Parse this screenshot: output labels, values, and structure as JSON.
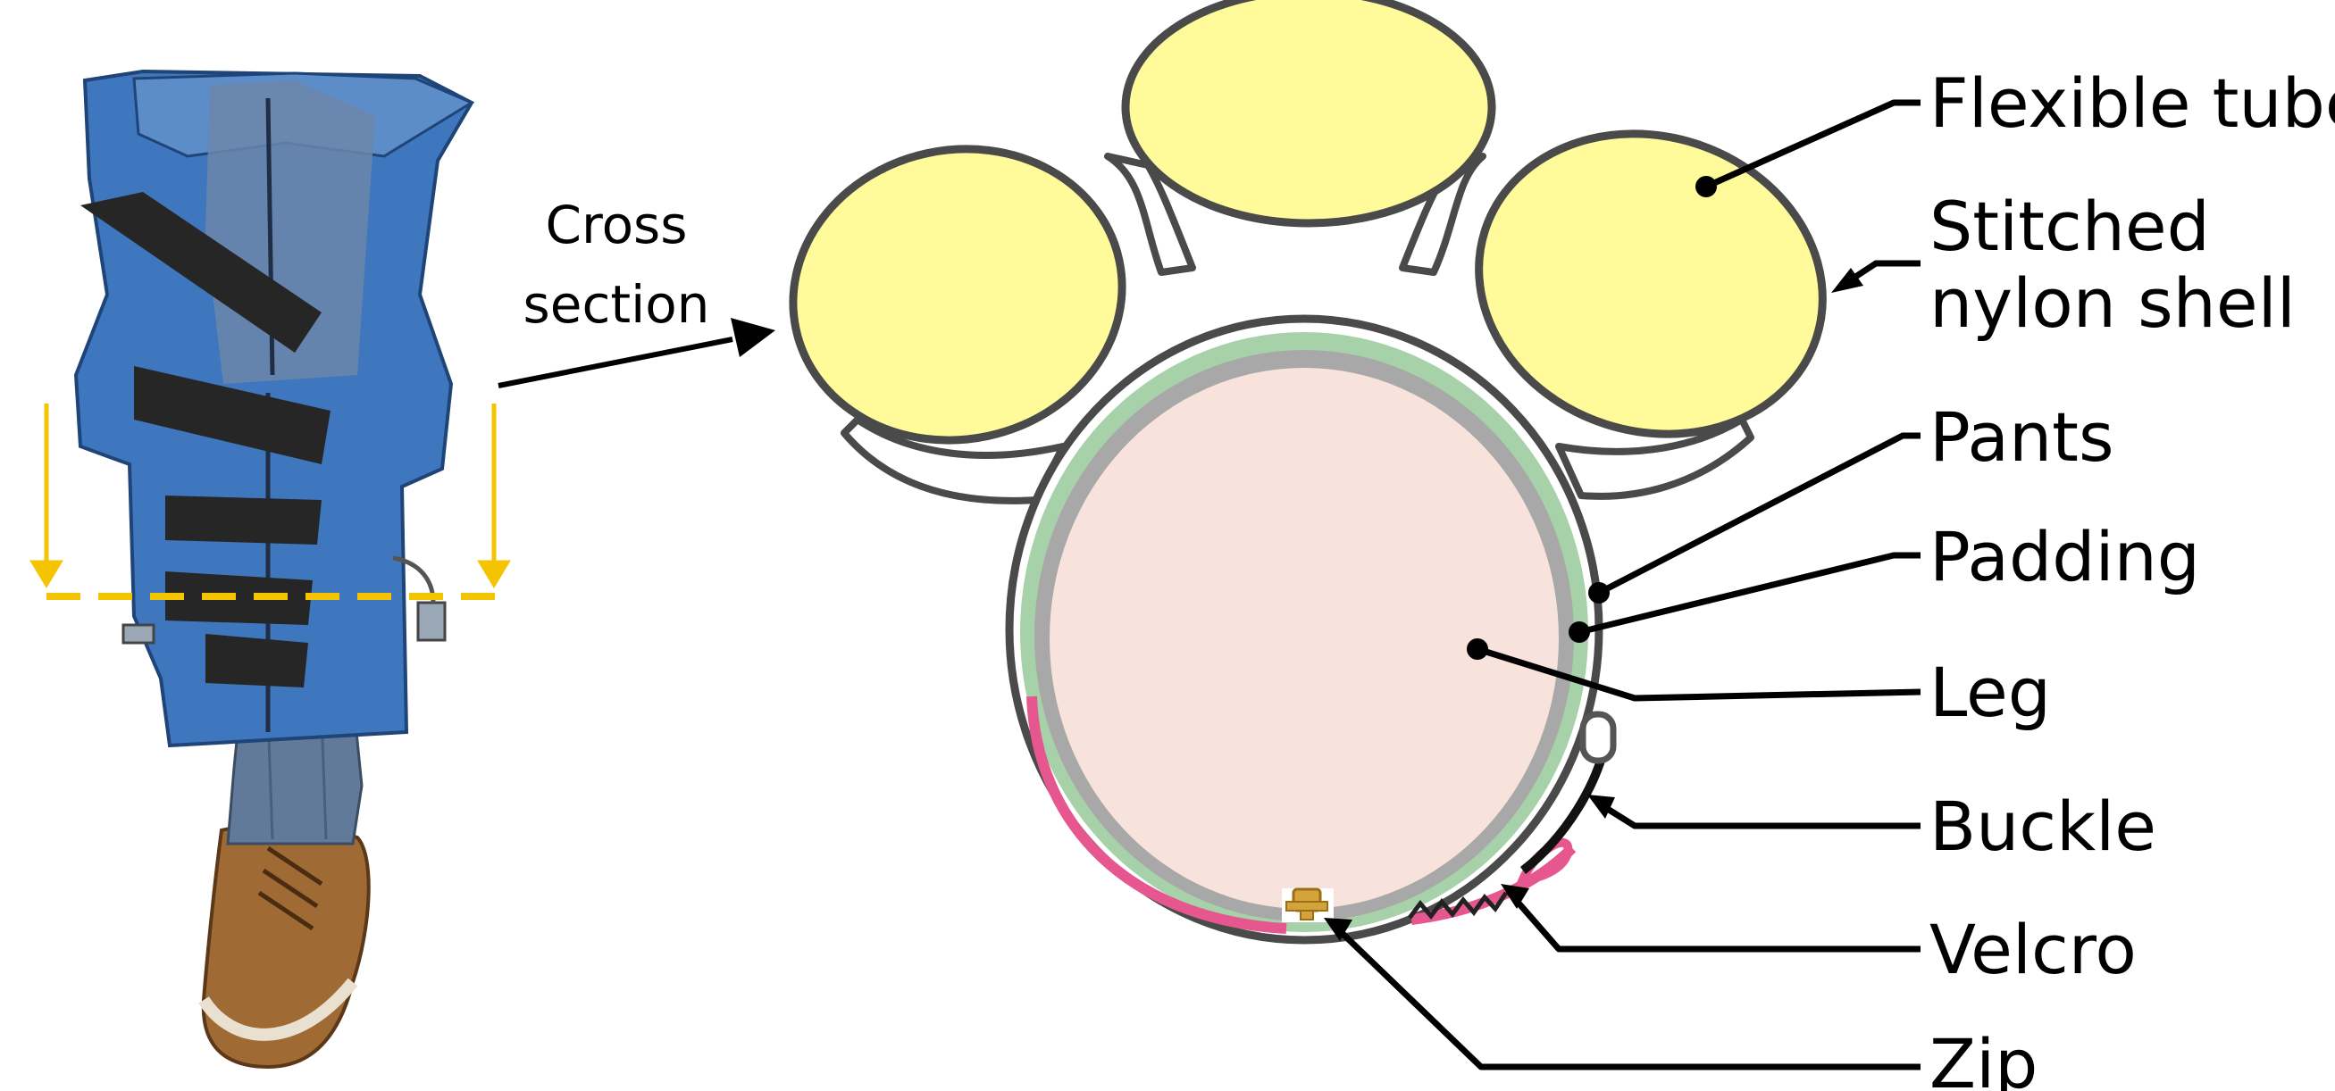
{
  "cross_section_label": {
    "line1": "Cross",
    "line2": "section"
  },
  "labels": {
    "flexible_tube": "Flexible tube",
    "stitched_line1": "Stitched",
    "stitched_line2": "nylon shell",
    "pants": "Pants",
    "padding": "Padding",
    "leg": "Leg",
    "buckle": "Buckle",
    "velcro": "Velcro",
    "zip": "Zip"
  },
  "colors": {
    "tube_fill": "#fffb9a",
    "shell_stroke": "#4a4a4a",
    "leg_fill": "#f8e3dc",
    "padding": "#a8a8a8",
    "pants": "#a6d1a9",
    "velcro": "#e5578e",
    "zip": "#d4a43a",
    "cut_line": "#f5c400",
    "jeans_blue": "#3e77bd",
    "denim": "#627a99",
    "strap": "#262626",
    "shoe": "#a06a35"
  }
}
